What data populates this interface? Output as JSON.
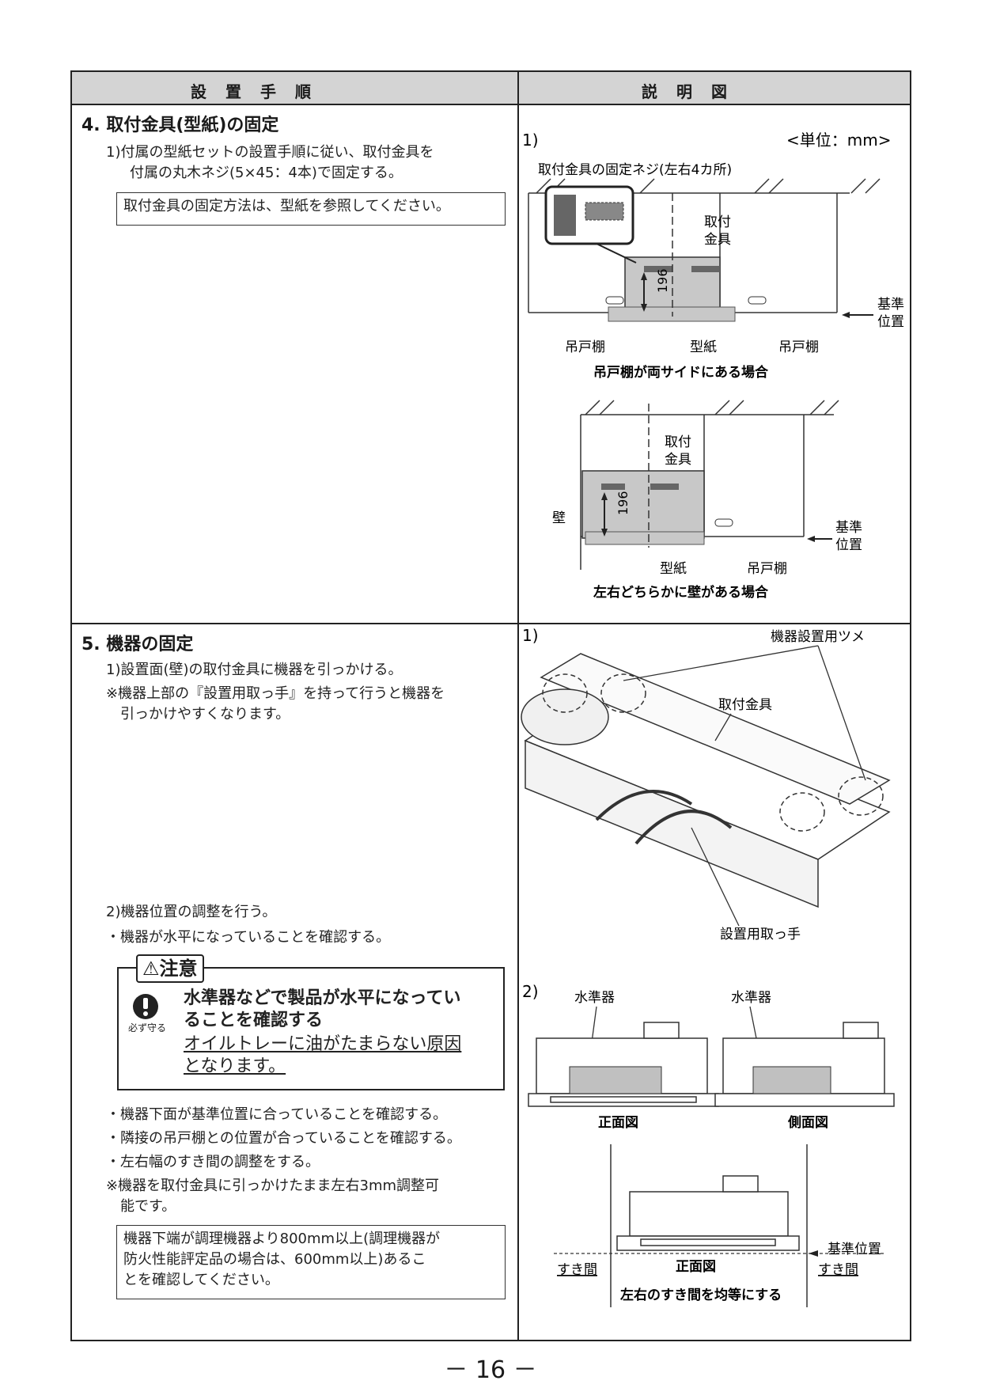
{
  "header": {
    "left_title": "設　置　手　順",
    "right_title": "説　明　図"
  },
  "section4": {
    "title": "4. 取付金具(型紙)の固定",
    "step1_line1": "1)付属の型紙セットの設置手順に従い、取付金具を",
    "step1_line2": "付属の丸木ネジ(5×45：4本)で固定する。",
    "note": "取付金具の固定方法は、型紙を参照してください。"
  },
  "fig4": {
    "num": "1)",
    "unit": "<単位：mm>",
    "screw_label": "取付金具の固定ネジ(左右4カ所)",
    "bracket_label_1": "取付",
    "bracket_label_2": "金具",
    "dim": "196",
    "ref_label_1": "基準",
    "ref_label_2": "位置",
    "cabinet_label": "吊戸棚",
    "template_label": "型紙",
    "caption_top": "吊戸棚が両サイドにある場合",
    "wall_label": "壁",
    "caption_bottom": "左右どちらかに壁がある場合"
  },
  "section5": {
    "title": "5. 機器の固定",
    "step1": "1)設置面(壁)の取付金具に機器を引っかける。",
    "step1_note_line1": "※機器上部の『設置用取っ手』を持って行うと機器を",
    "step1_note_line2": "引っかけやすくなります。",
    "step2": "2)機器位置の調整を行う。",
    "bullet1": "・機器が水平になっていることを確認する。",
    "caution_title": "⚠注意",
    "caution_sub": "必ず守る",
    "caution_bold_1": "水準器などで製品が水平になってい",
    "caution_bold_2": "ることを確認する",
    "caution_under_1": "オイルトレーに油がたまらない原因",
    "caution_under_2": "となります。",
    "bullet2": "・機器下面が基準位置に合っていることを確認する。",
    "bullet3": "・隣接の吊戸棚との位置が合っていることを確認する。",
    "bullet4": "・左右幅のすき間の調整をする。",
    "note2_line1": "※機器を取付金具に引っかけたまま左右3mm調整可",
    "note2_line2": "能です。",
    "box_line1": "機器下端が調理機器より800mm以上(調理機器が",
    "box_line2": "防火性能評定品の場合は、600mm以上)あるこ",
    "box_line3": "とを確認してください。"
  },
  "fig5": {
    "num1": "1)",
    "claw_label": "機器設置用ツメ",
    "bracket_label": "取付金具",
    "handle_label": "設置用取っ手",
    "num2": "2)",
    "level_label": "水準器",
    "front_view": "正面図",
    "side_view": "側面図",
    "ref_label": "基準位置",
    "gap_label": "すき間",
    "gap_caption": "左右のすき間を均等にする"
  },
  "page_number": "－ 16 －"
}
